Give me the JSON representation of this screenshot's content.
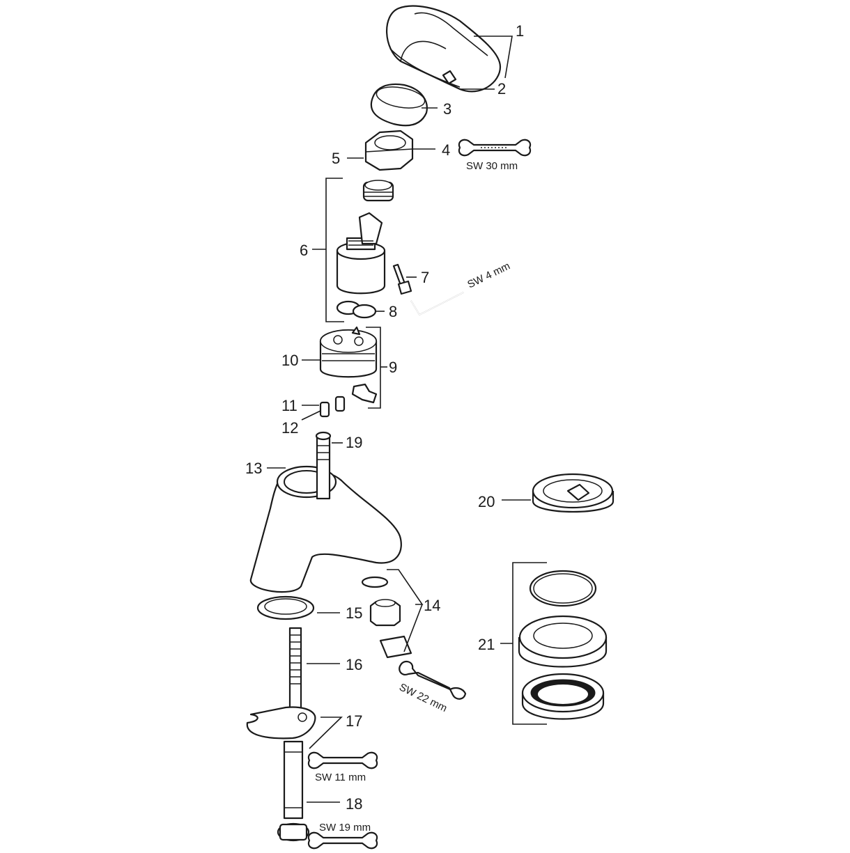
{
  "labels": {
    "p1": "1",
    "p2": "2",
    "p3": "3",
    "p4": "4",
    "p5": "5",
    "p6": "6",
    "p7": "7",
    "p8": "8",
    "p9": "9",
    "p10": "10",
    "p11": "11",
    "p12": "12",
    "p13": "13",
    "p14": "14",
    "p15": "15",
    "p16": "16",
    "p17": "17",
    "p18": "18",
    "p19": "19",
    "p20": "20",
    "p21": "21"
  },
  "wrench_sizes": {
    "sw30": "SW 30 mm",
    "sw4": "SW 4 mm",
    "sw22": "SW 22 mm",
    "sw11": "SW 11 mm",
    "sw19": "SW 19 mm"
  }
}
